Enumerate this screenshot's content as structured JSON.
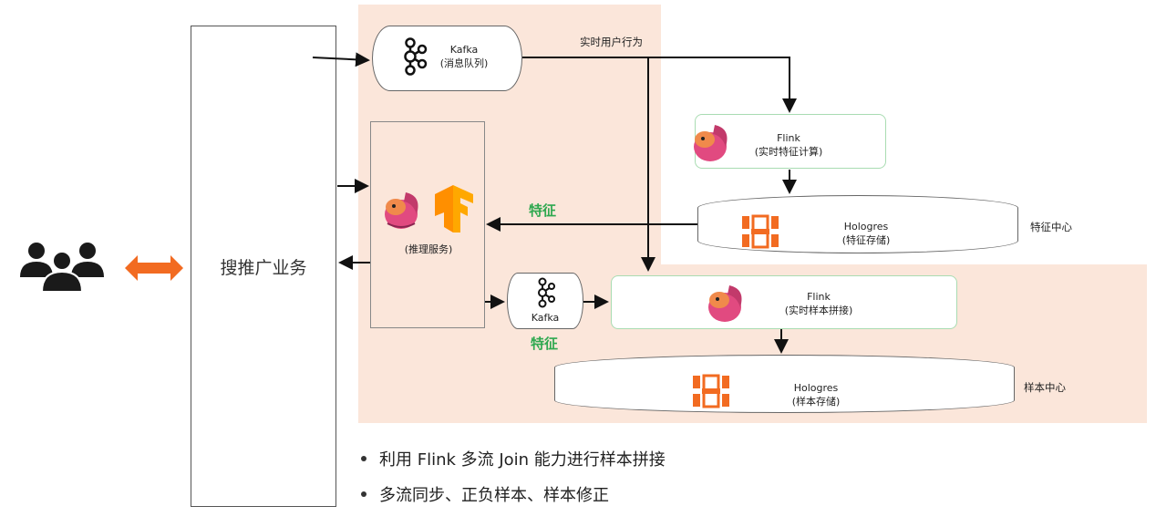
{
  "business": {
    "label": "搜推广业务"
  },
  "kafka_top": {
    "name": "Kafka",
    "desc": "(消息队列)"
  },
  "realtime_behavior": "实时用户行为",
  "flink_feature": {
    "name": "Flink",
    "desc": "(实时特征计算)"
  },
  "hologres_feature": {
    "name": "Hologres",
    "desc": "(特征存储)"
  },
  "feature_center": "特征中心",
  "inference": {
    "desc": "(推理服务)"
  },
  "feature_label_1": "特征",
  "kafka_small": {
    "name": "Kafka"
  },
  "feature_label_2": "特征",
  "flink_sample": {
    "name": "Flink",
    "desc": "(实时样本拼接)"
  },
  "hologres_sample": {
    "name": "Hologres",
    "desc": "(样本存储)"
  },
  "sample_center": "样本中心",
  "bullets": [
    "利用 Flink 多流 Join 能力进行样本拼接",
    "多流同步、正负样本、样本修正"
  ],
  "colors": {
    "peach": "#fbe6da",
    "green": "#2ea84f",
    "orange": "#f26b21",
    "flink_pink": "#e14a80"
  }
}
